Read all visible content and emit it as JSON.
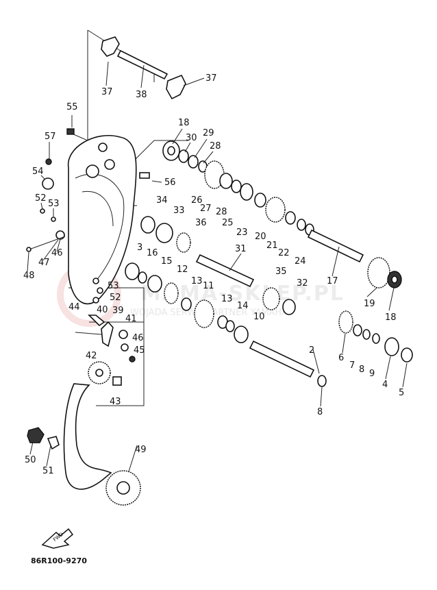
{
  "diagram_code": "86R100-9270",
  "fwd_label": "FWD",
  "watermark": {
    "logo_text": "MAMA-SKLEP.PL",
    "tagline": "WOJADA SERWIS PARTNER YAMAHA"
  },
  "callouts": [
    "37",
    "38",
    "37",
    "55",
    "18",
    "30",
    "29",
    "28",
    "57",
    "54",
    "56",
    "52",
    "53",
    "26",
    "27",
    "28",
    "25",
    "23",
    "20",
    "21",
    "22",
    "24",
    "34",
    "33",
    "36",
    "47",
    "46",
    "48",
    "3",
    "16",
    "15",
    "12",
    "31",
    "17",
    "19",
    "18",
    "35",
    "32",
    "53",
    "52",
    "44",
    "40",
    "39",
    "41",
    "46",
    "45",
    "13",
    "11",
    "13",
    "14",
    "10",
    "2",
    "6",
    "7",
    "8",
    "9",
    "4",
    "5",
    "8",
    "42",
    "43",
    "49",
    "50",
    "51"
  ]
}
